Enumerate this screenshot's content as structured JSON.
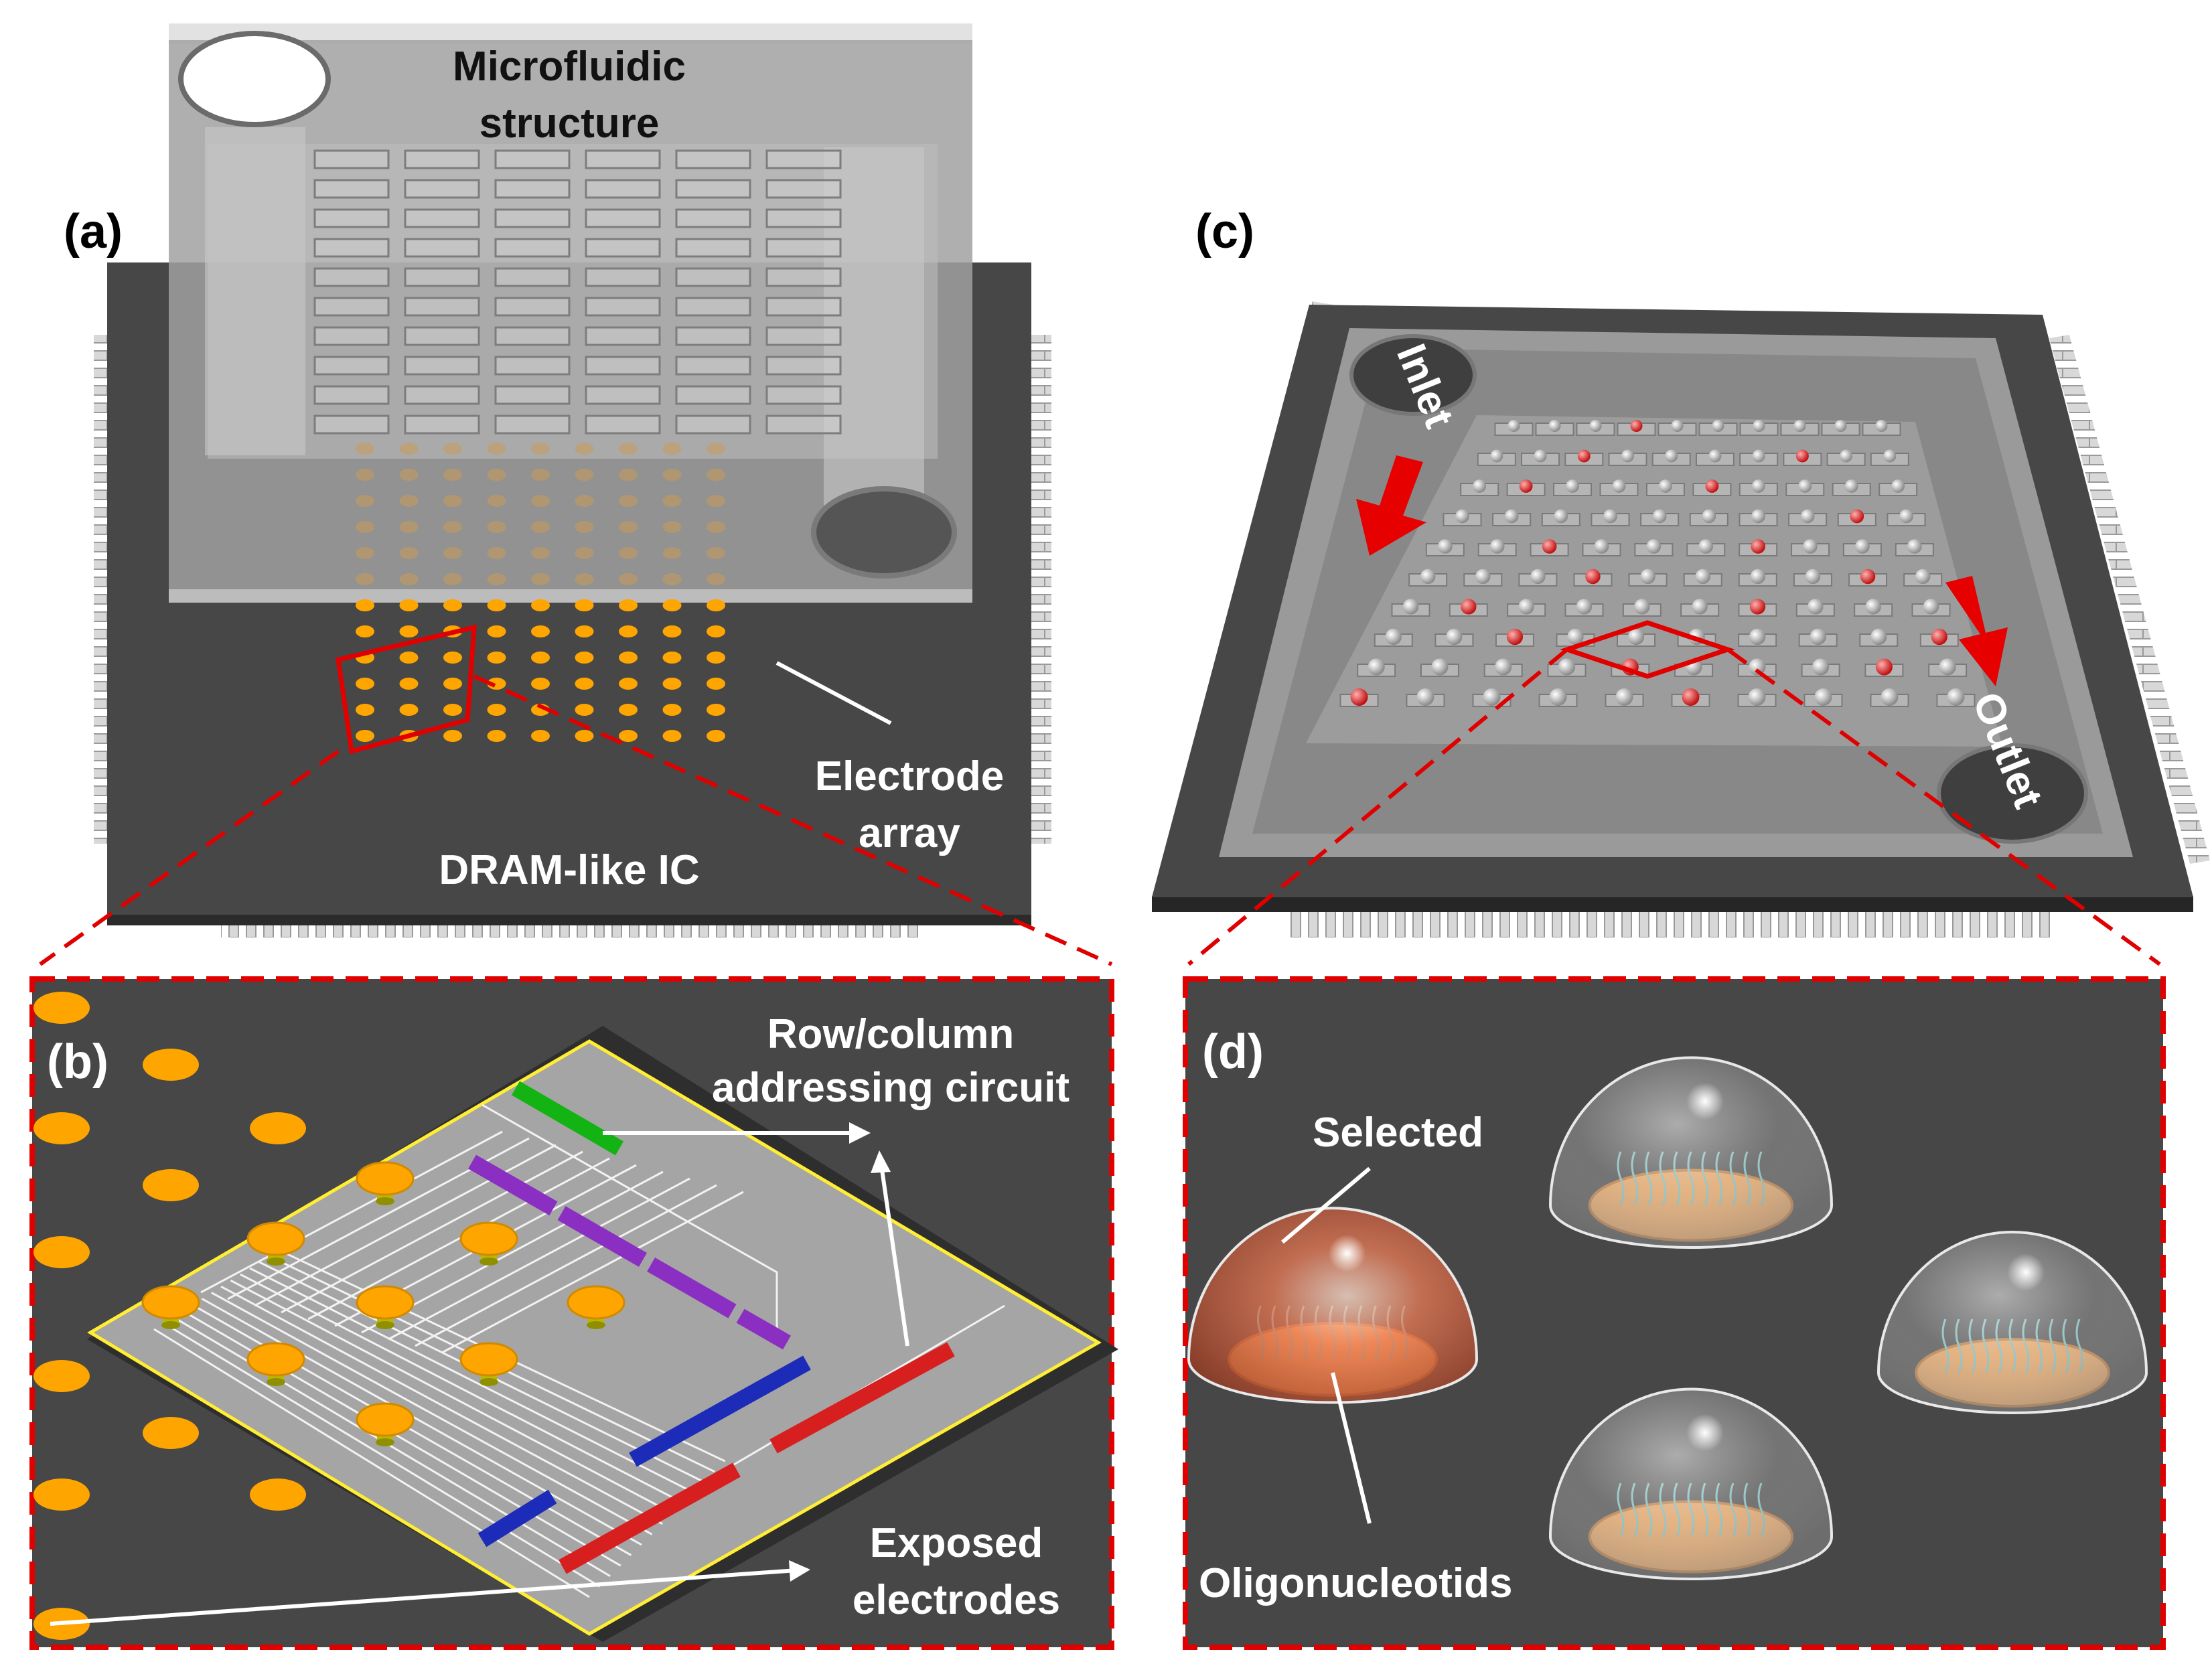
{
  "panels": {
    "a": {
      "tag": "(a)",
      "microfluidic_label_line1": "Microfluidic",
      "microfluidic_label_line2": "structure",
      "electrode_label_line1": "Electrode",
      "electrode_label_line2": "array",
      "ic_label": "DRAM-like IC"
    },
    "b": {
      "tag": "(b)",
      "addressing_label_line1": "Row/column",
      "addressing_label_line2": "addressing circuit",
      "exposed_label_line1": "Exposed",
      "exposed_label_line2": "electrodes"
    },
    "c": {
      "tag": "(c)",
      "inlet_label": "Inlet",
      "outlet_label": "Outlet"
    },
    "d": {
      "tag": "(d)",
      "selected_label": "Selected",
      "oligo_label": "Oligonucleotids"
    }
  },
  "colors": {
    "chip_body": "#474747",
    "chip_surface": "#9a9a9a",
    "electrode": "#ffa500",
    "callout": "#e00000",
    "address_green": "#12b312",
    "address_purple": "#8a2fc1",
    "address_blue": "#1c2bb8",
    "address_red": "#d81f1f",
    "selected_dome": "#e8603a"
  }
}
